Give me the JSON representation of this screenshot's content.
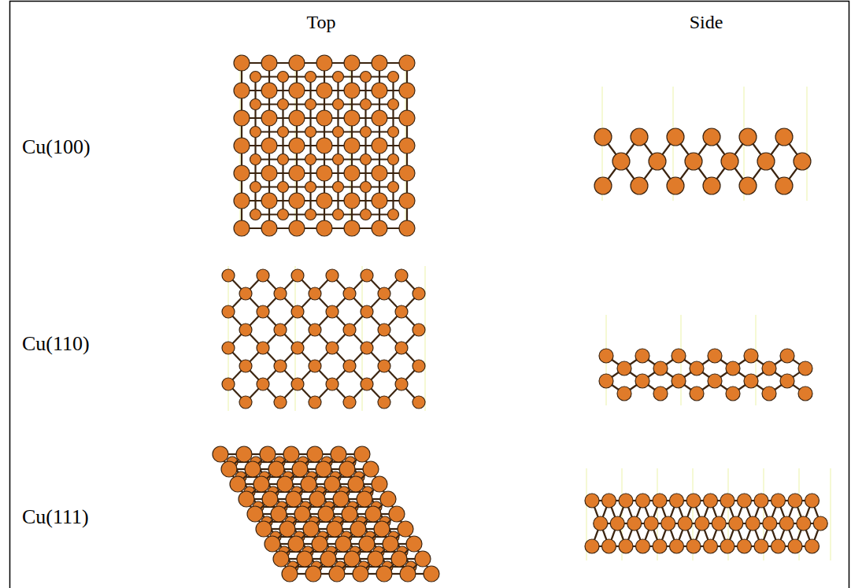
{
  "diagram": {
    "labels": [
      "Top",
      "Side",
      "Cu(100)",
      "Cu(110)",
      "Cu(111)"
    ]
  }
}
